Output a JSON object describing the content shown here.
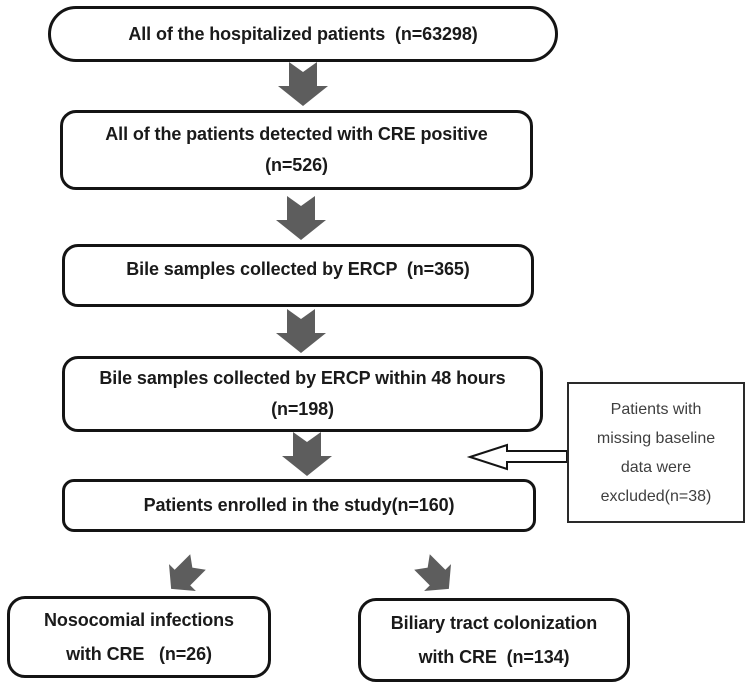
{
  "diagram": {
    "boxes": {
      "hospitalized": {
        "line1": "All of the hospitalized patients  (n=63298)"
      },
      "cre_positive": {
        "line1": "All of the patients detected with CRE positive",
        "line2": "(n=526)"
      },
      "bile_ercp": {
        "line1": "Bile samples collected by ERCP  (n=365)"
      },
      "bile_ercp_48h": {
        "line1": "Bile samples collected by ERCP within 48 hours",
        "line2": "(n=198)"
      },
      "enrolled": {
        "line1": "Patients enrolled in the study(n=160)"
      },
      "nosocomial": {
        "line1": "Nosocomial infections",
        "line2": "with CRE   (n=26)"
      },
      "colonization": {
        "line1": "Biliary tract colonization",
        "line2": "with CRE  (n=134)"
      }
    },
    "exclusion_note": {
      "line1": "Patients with",
      "line2": "missing baseline",
      "line3": "data were",
      "line4": "excluded(n=38)"
    },
    "colors": {
      "arrow_fill": "#5d5d5d",
      "box_border": "#141414",
      "text": "#1a1a1a",
      "note_text": "#3f3f3f",
      "background": "#ffffff"
    }
  }
}
